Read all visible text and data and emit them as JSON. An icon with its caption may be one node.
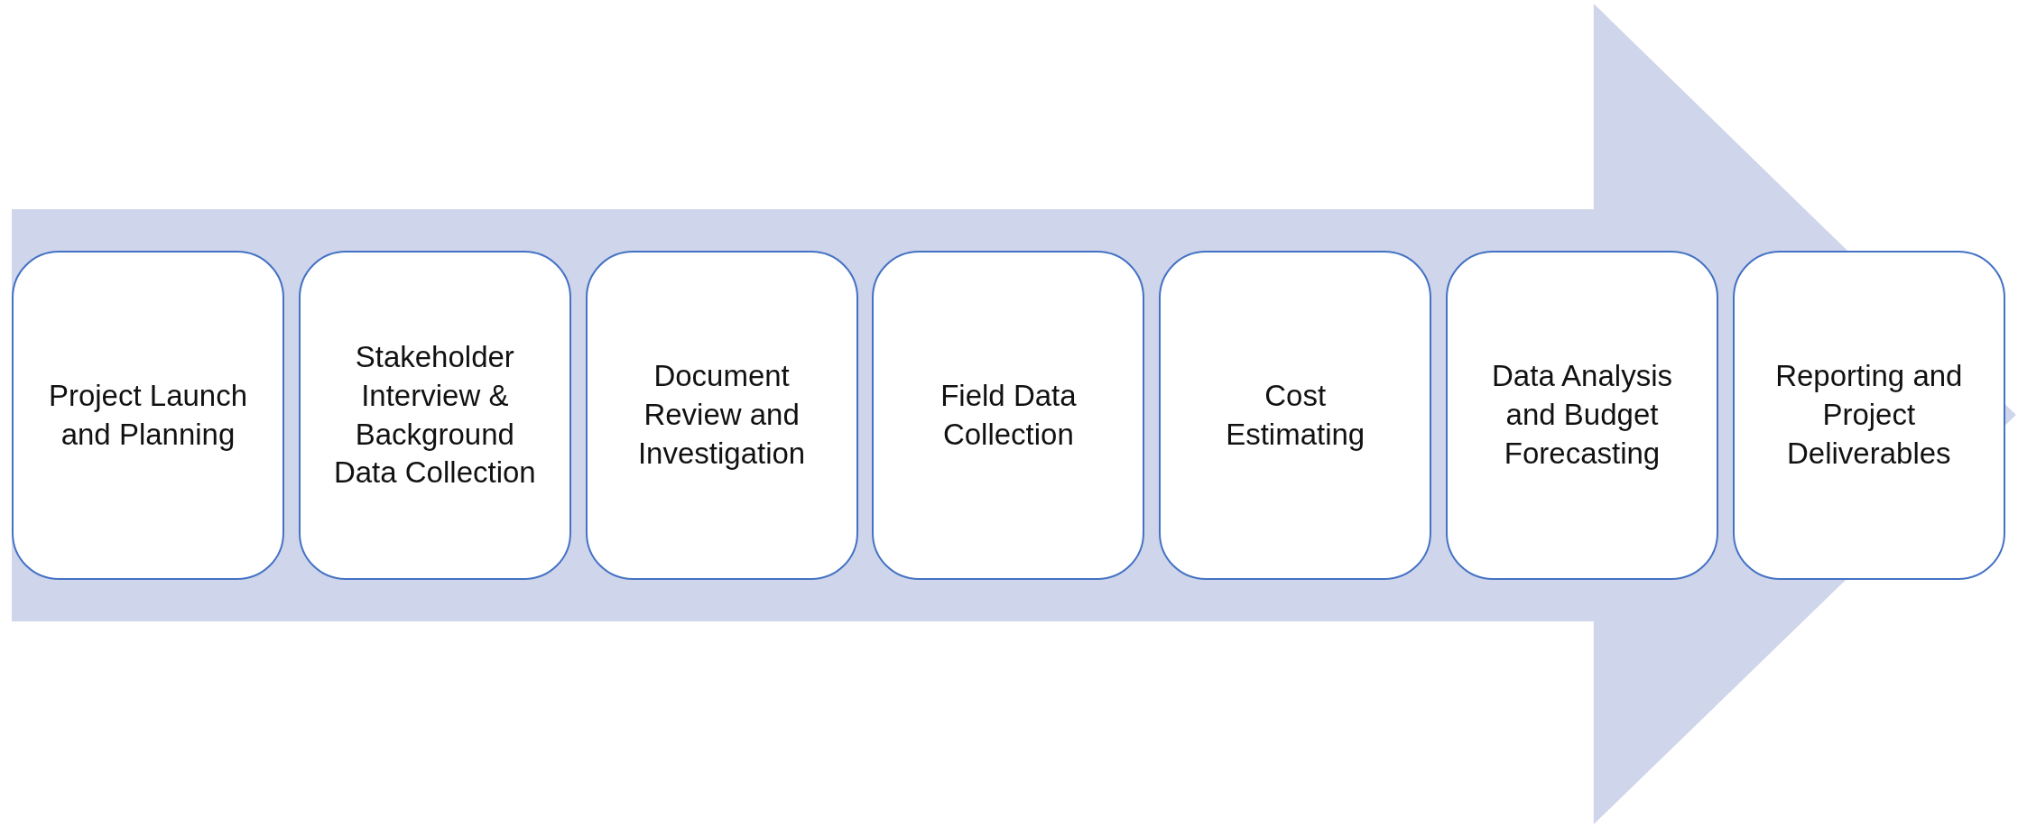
{
  "diagram": {
    "nodes": [
      {
        "text": [
          "Project Launch and Planning"
        ]
      },
      {
        "text": [
          "Stakeholder Interview & Background Data Collection"
        ]
      },
      {
        "text": [
          "Document Review and Investigation"
        ]
      },
      {
        "text": [
          "Field Data Collection"
        ]
      },
      {
        "text": [
          "Cost Estimating"
        ]
      },
      {
        "text": [
          "Data Analysis and Budget Forecasting"
        ]
      },
      {
        "text": [
          "Reporting and Project Deliverables"
        ]
      }
    ],
    "edges": [
      {
        "from": 0,
        "to": 6,
        "arrow": "to",
        "style": "thick"
      }
    ]
  }
}
